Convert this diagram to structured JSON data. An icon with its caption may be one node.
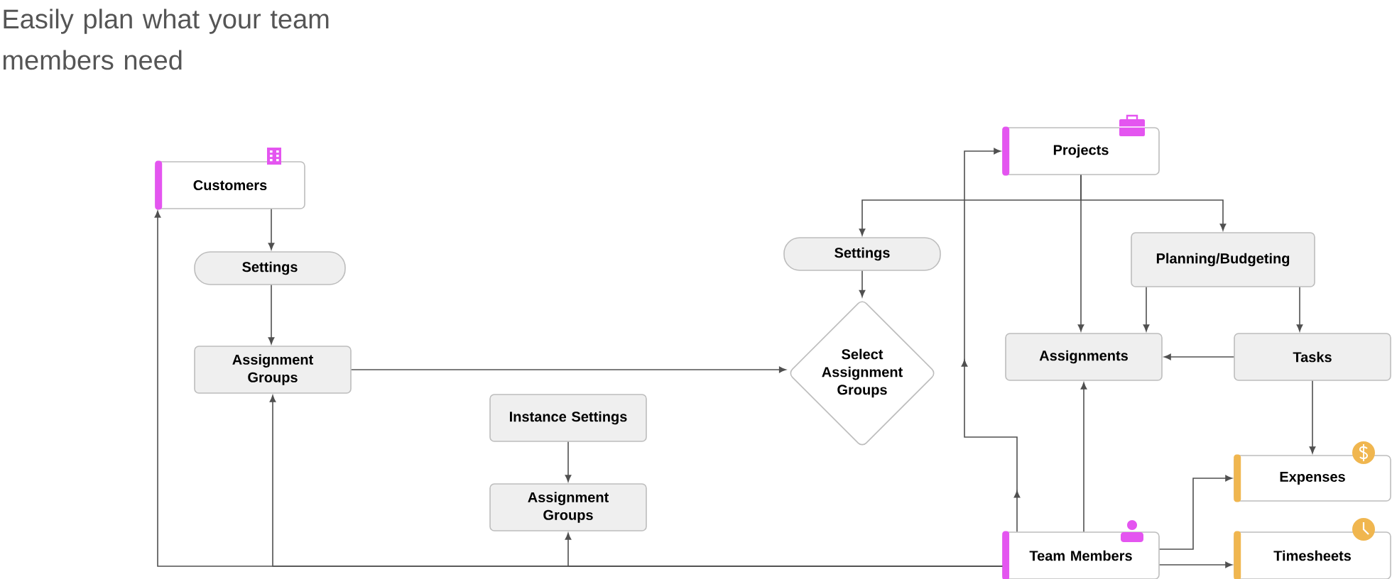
{
  "diagram": {
    "title": "Easily plan what your team members need",
    "nodes": [
      {
        "text": [
          "Customers"
        ]
      },
      {
        "text": [
          "Settings"
        ]
      },
      {
        "text": [
          "Assignment Groups"
        ]
      },
      {
        "text": [
          "Instance Settings"
        ]
      },
      {
        "text": [
          "Assignment Groups"
        ]
      },
      {
        "text": [
          "Settings"
        ]
      },
      {
        "text": [
          "Select Assignment Groups"
        ]
      },
      {
        "text": [
          "Projects"
        ]
      },
      {
        "text": [
          "Planning/Budgeting"
        ]
      },
      {
        "text": [
          "Assignments"
        ]
      },
      {
        "text": [
          "Tasks"
        ]
      },
      {
        "text": [
          "Expenses"
        ]
      },
      {
        "text": [
          "Team Members"
        ]
      },
      {
        "text": [
          "Timesheets"
        ]
      }
    ],
    "edges": [
      {
        "from": 0,
        "to": 1,
        "arrow": "to"
      },
      {
        "from": 1,
        "to": 2,
        "arrow": "to"
      },
      {
        "from": 2,
        "to": 6,
        "arrow": "to"
      },
      {
        "from": 3,
        "to": 4,
        "arrow": "to"
      },
      {
        "from": 5,
        "to": 6,
        "arrow": "to"
      },
      {
        "from": 7,
        "to": 5,
        "arrow": "to"
      },
      {
        "from": 7,
        "to": 8,
        "arrow": "to"
      },
      {
        "from": 7,
        "to": 9,
        "arrow": "to"
      },
      {
        "from": 8,
        "to": 9,
        "arrow": "to"
      },
      {
        "from": 8,
        "to": 10,
        "arrow": "to"
      },
      {
        "from": 10,
        "to": 9,
        "arrow": "to"
      },
      {
        "from": 10,
        "to": 11,
        "arrow": "to"
      },
      {
        "from": 12,
        "to": 7,
        "arrow": "to"
      },
      {
        "from": 12,
        "to": 9,
        "arrow": "to"
      },
      {
        "from": 12,
        "to": 11,
        "arrow": "to"
      },
      {
        "from": 12,
        "to": 13,
        "arrow": "to"
      },
      {
        "from": 12,
        "to": 0,
        "arrow": "to"
      },
      {
        "from": 12,
        "to": 2,
        "arrow": "to"
      },
      {
        "from": 12,
        "to": 4,
        "arrow": "to"
      }
    ]
  }
}
